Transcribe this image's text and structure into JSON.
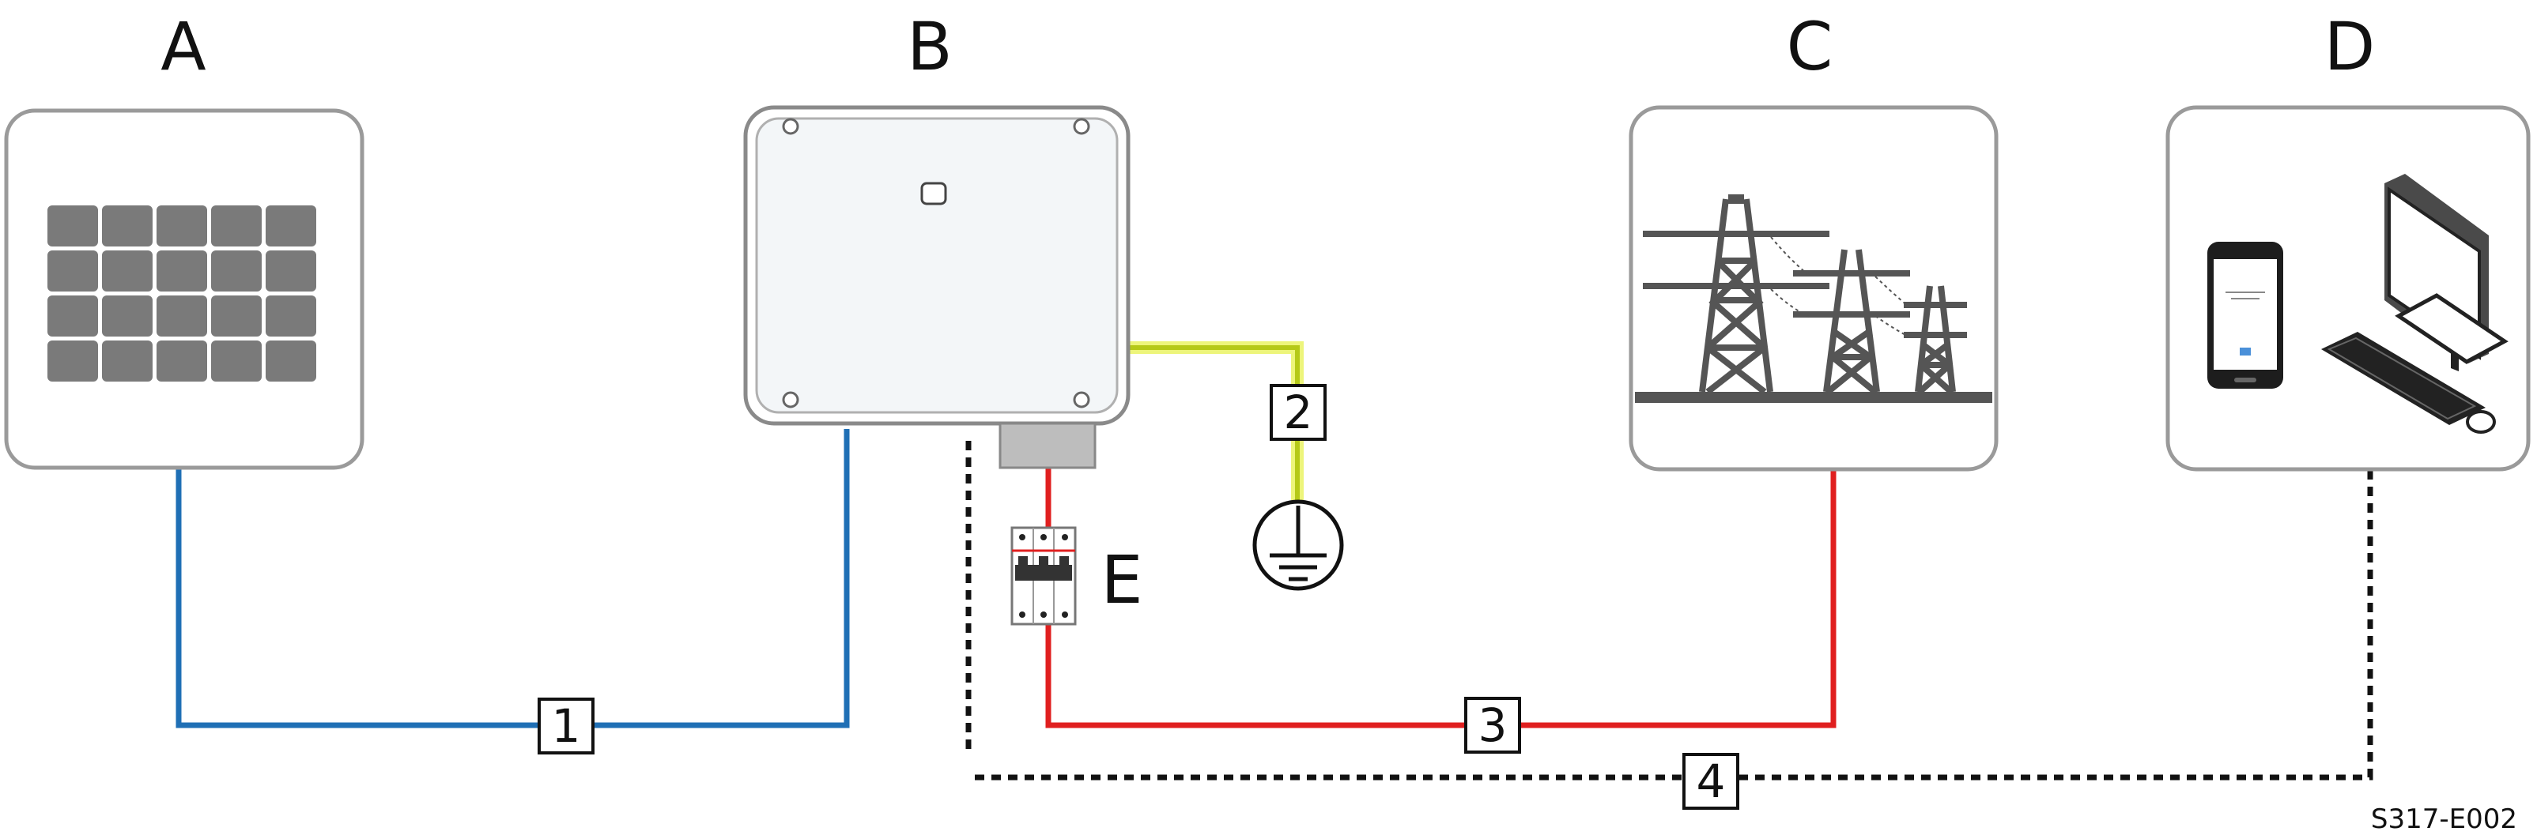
{
  "components": {
    "a": {
      "letter": "A",
      "icon": "solar-panel-icon"
    },
    "b": {
      "letter": "B",
      "icon": "inverter-icon"
    },
    "c": {
      "letter": "C",
      "icon": "power-grid-towers-icon"
    },
    "d": {
      "letter": "D",
      "icon": "smartphone-and-computer-icon"
    },
    "e": {
      "letter": "E",
      "icon": "circuit-breaker-icon"
    }
  },
  "connections": {
    "c1": {
      "label": "1",
      "color": "#1f6fb5",
      "style": "solid"
    },
    "c2": {
      "label": "2",
      "color": "#b5c918",
      "style": "solid"
    },
    "c3": {
      "label": "3",
      "color": "#e01f1f",
      "style": "solid"
    },
    "c4": {
      "label": "4",
      "color": "#111111",
      "style": "dotted"
    }
  },
  "ground_symbol": "ground-icon",
  "figure_code": "S317-E002"
}
